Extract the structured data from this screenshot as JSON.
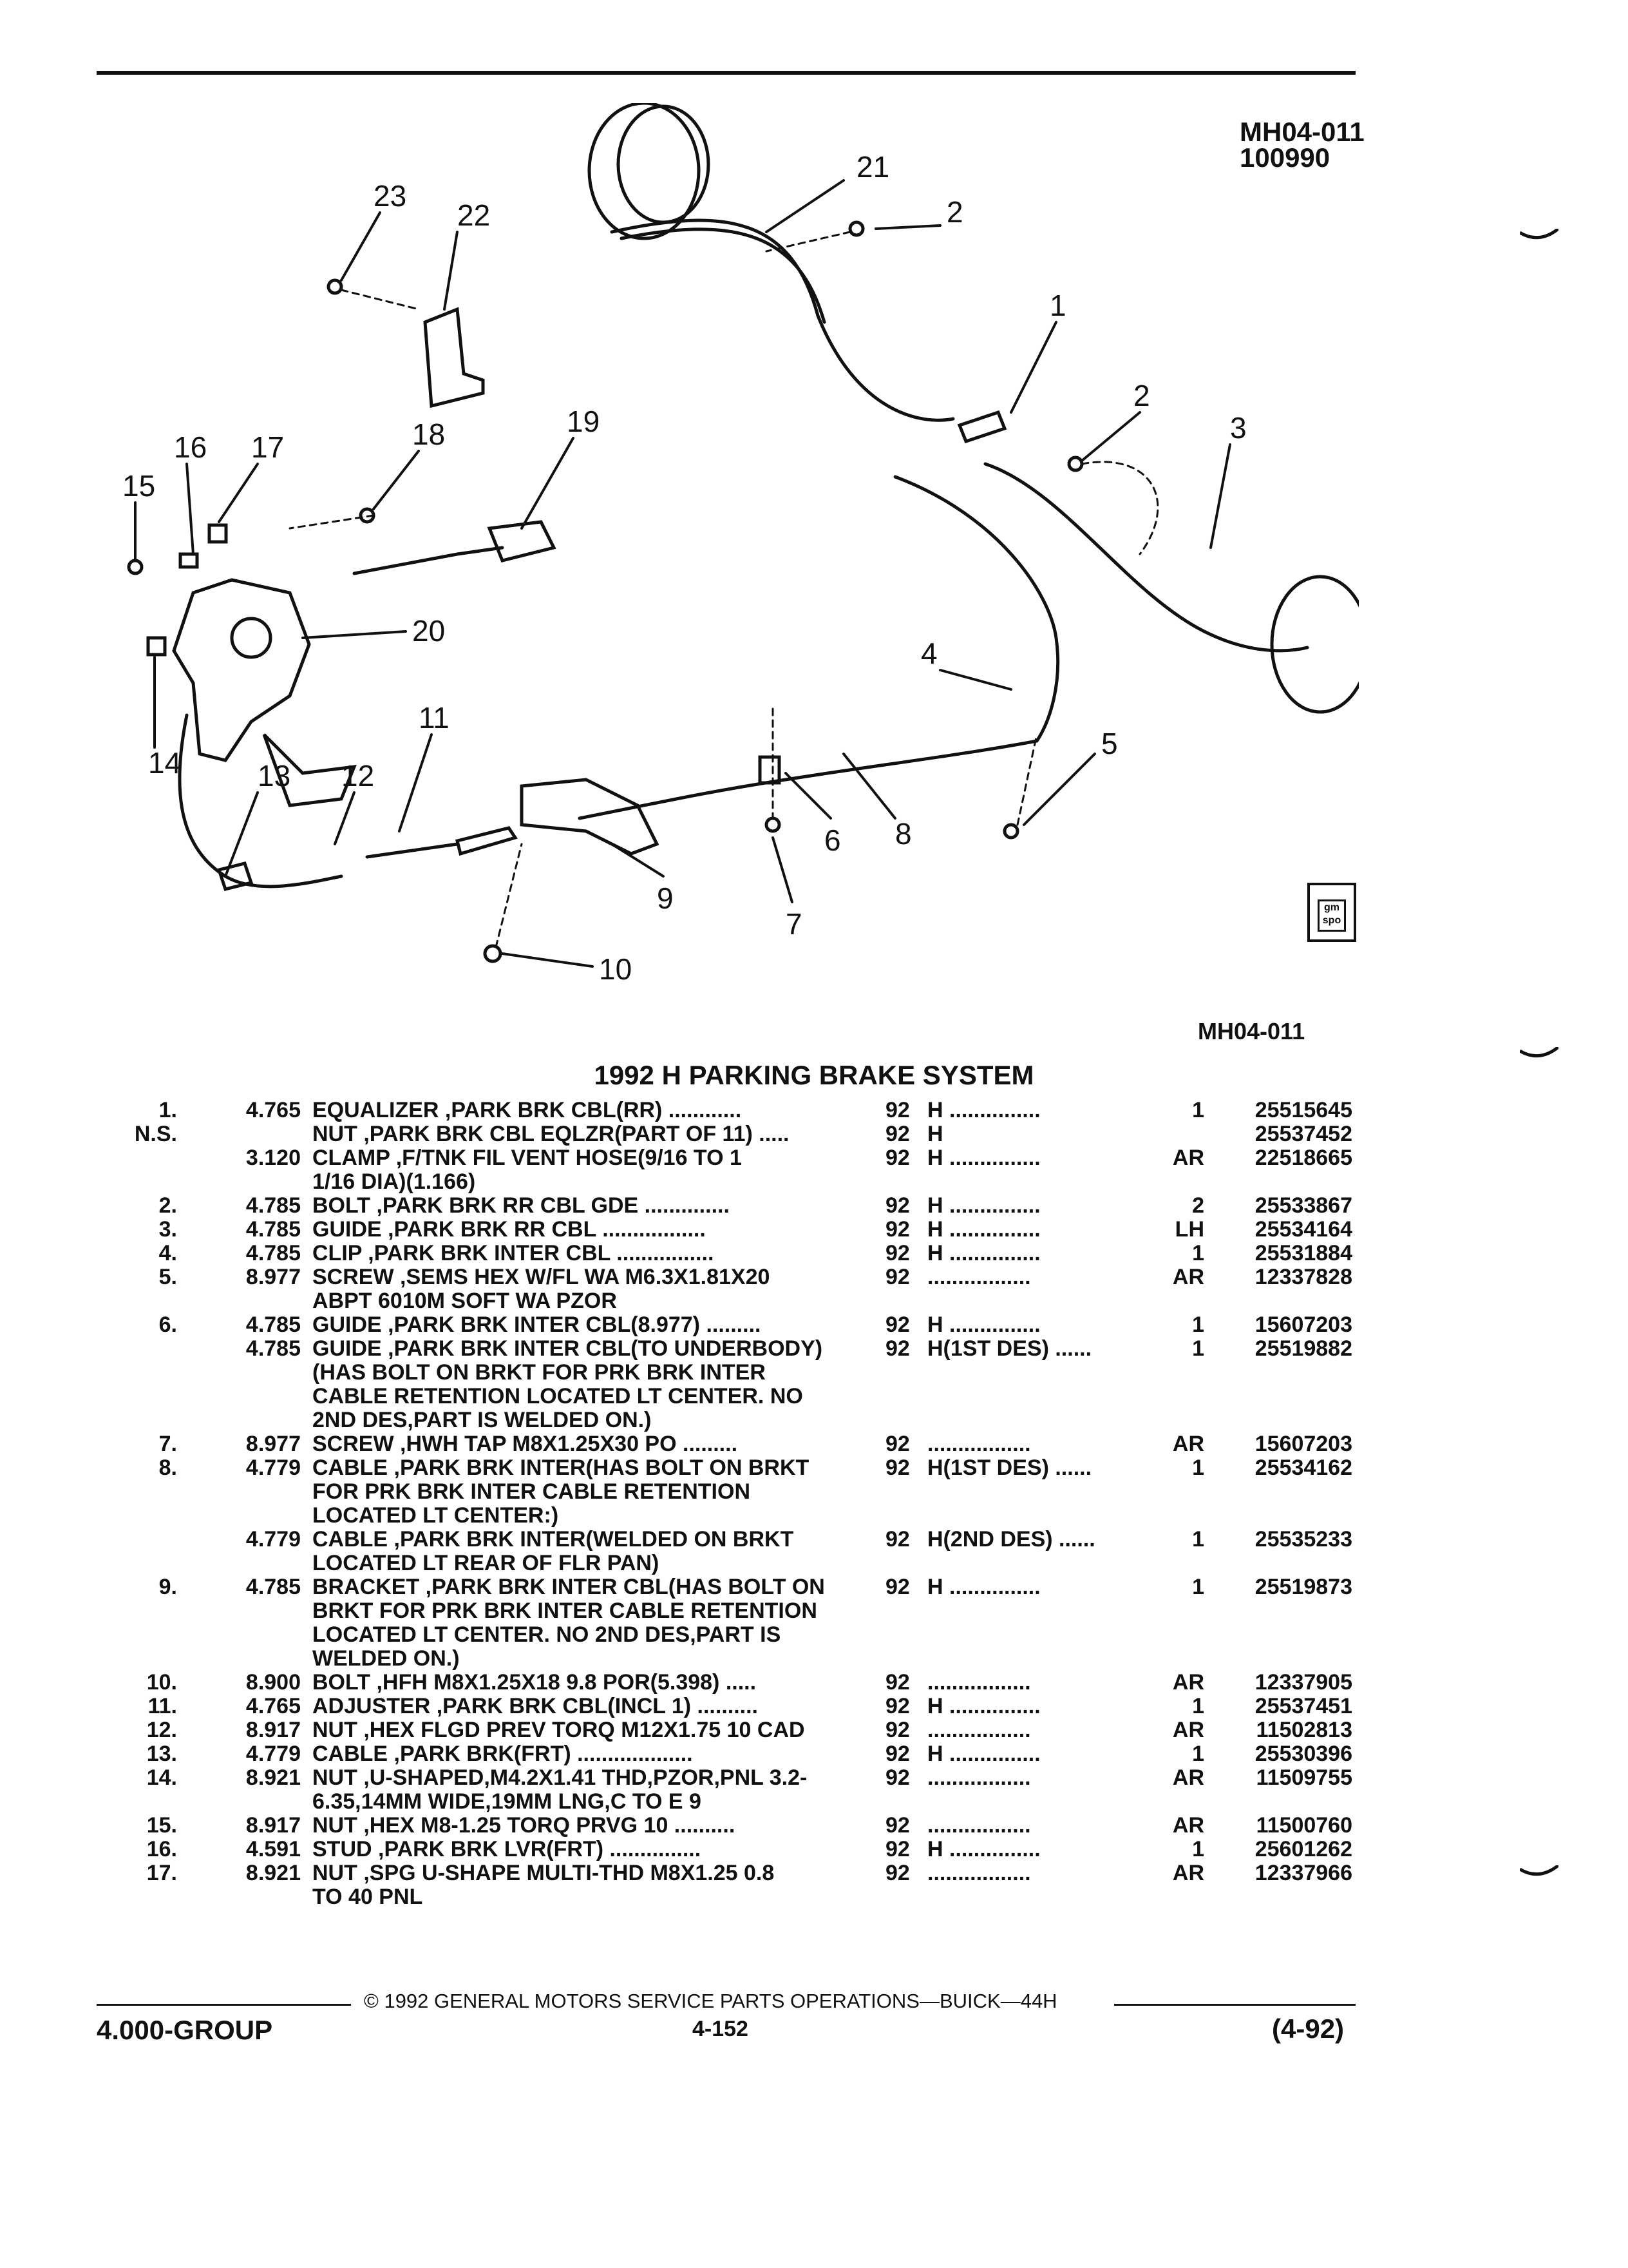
{
  "header": {
    "figure_id": "MH04-011",
    "date_code": "100990"
  },
  "callouts": [
    "1",
    "2",
    "2",
    "3",
    "4",
    "5",
    "6",
    "7",
    "8",
    "9",
    "10",
    "11",
    "12",
    "13",
    "14",
    "15",
    "16",
    "17",
    "18",
    "19",
    "20",
    "21",
    "22",
    "23"
  ],
  "logo_text": "gm spo",
  "figure_code": "MH04-011",
  "title": "1992 H PARKING BRAKE SYSTEM",
  "parts": [
    {
      "ref": "1.",
      "grp": "4.765",
      "name": "EQUALIZER",
      "desc": " ,PARK BRK CBL(RR) ............",
      "yr": "92",
      "mdl": "H ...............",
      "qty": "1",
      "pn": "25515645"
    },
    {
      "ref": "N.S.",
      "grp": "",
      "name": "NUT",
      "desc": " ,PARK BRK CBL EQLZR(PART OF 11) .....",
      "yr": "92",
      "mdl": "H",
      "qty": "",
      "pn": "25537452"
    },
    {
      "ref": "",
      "grp": "3.120",
      "name": "CLAMP",
      "desc": " ,F/TNK FIL VENT HOSE(9/16 TO 1\n1/16 DIA)(1.166)",
      "yr": "92",
      "mdl": "H ...............",
      "qty": "AR",
      "pn": "22518665"
    },
    {
      "ref": "2.",
      "grp": "4.785",
      "name": "BOLT",
      "desc": " ,PARK BRK RR CBL GDE ..............",
      "yr": "92",
      "mdl": "H ...............",
      "qty": "2",
      "pn": "25533867"
    },
    {
      "ref": "3.",
      "grp": "4.785",
      "name": "GUIDE",
      "desc": " ,PARK BRK RR CBL .................",
      "yr": "92",
      "mdl": "H ...............",
      "qty": "LH",
      "pn": "25534164"
    },
    {
      "ref": "4.",
      "grp": "4.785",
      "name": "CLIP",
      "desc": " ,PARK BRK INTER CBL ................",
      "yr": "92",
      "mdl": "H ...............",
      "qty": "1",
      "pn": "25531884"
    },
    {
      "ref": "5.",
      "grp": "8.977",
      "name": "SCREW",
      "desc": " ,SEMS HEX W/FL WA M6.3X1.81X20\nABPT 6010M SOFT WA PZOR",
      "yr": "92",
      "mdl": "  .................",
      "qty": "AR",
      "pn": "12337828"
    },
    {
      "ref": "6.",
      "grp": "4.785",
      "name": "GUIDE",
      "desc": " ,PARK BRK INTER CBL(8.977) .........",
      "yr": "92",
      "mdl": "H ...............",
      "qty": "1",
      "pn": "15607203"
    },
    {
      "ref": "",
      "grp": "4.785",
      "name": "GUIDE",
      "desc": " ,PARK BRK INTER CBL(TO UNDERBODY)\n(HAS BOLT ON BRKT FOR PRK BRK INTER\nCABLE RETENTION LOCATED LT CENTER. NO\n2ND DES,PART IS WELDED ON.)",
      "yr": "92",
      "mdl": "H(1ST DES) ......",
      "qty": "1",
      "pn": "25519882"
    },
    {
      "ref": "7.",
      "grp": "8.977",
      "name": "SCREW",
      "desc": " ,HWH TAP M8X1.25X30 PO .........",
      "yr": "92",
      "mdl": "  .................",
      "qty": "AR",
      "pn": "15607203"
    },
    {
      "ref": "8.",
      "grp": "4.779",
      "name": "CABLE",
      "desc": " ,PARK BRK INTER(HAS BOLT ON BRKT\nFOR PRK BRK INTER CABLE RETENTION\nLOCATED LT CENTER:)",
      "yr": "92",
      "mdl": "H(1ST DES) ......",
      "qty": "1",
      "pn": "25534162"
    },
    {
      "ref": "",
      "grp": "4.779",
      "name": "CABLE",
      "desc": " ,PARK BRK INTER(WELDED ON BRKT\nLOCATED LT REAR OF FLR PAN)",
      "yr": "92",
      "mdl": "H(2ND DES) ......",
      "qty": "1",
      "pn": "25535233"
    },
    {
      "ref": "9.",
      "grp": "4.785",
      "name": "BRACKET",
      "desc": " ,PARK BRK INTER CBL(HAS BOLT ON\nBRKT FOR PRK BRK INTER CABLE RETENTION\nLOCATED LT CENTER. NO 2ND DES,PART IS\nWELDED ON.)",
      "yr": "92",
      "mdl": "H ...............",
      "qty": "1",
      "pn": "25519873"
    },
    {
      "ref": "10.",
      "grp": "8.900",
      "name": "BOLT",
      "desc": " ,HFH M8X1.25X18 9.8 POR(5.398) .....",
      "yr": "92",
      "mdl": "  .................",
      "qty": "AR",
      "pn": "12337905"
    },
    {
      "ref": "11.",
      "grp": "4.765",
      "name": "ADJUSTER",
      "desc": " ,PARK BRK CBL(INCL 1) ..........",
      "yr": "92",
      "mdl": "H ...............",
      "qty": "1",
      "pn": "25537451"
    },
    {
      "ref": "12.",
      "grp": "8.917",
      "name": "NUT",
      "desc": " ,HEX FLGD PREV TORQ M12X1.75 10 CAD",
      "yr": "92",
      "mdl": "  .................",
      "qty": "AR",
      "pn": "11502813"
    },
    {
      "ref": "13.",
      "grp": "4.779",
      "name": "CABLE",
      "desc": " ,PARK BRK(FRT) ...................",
      "yr": "92",
      "mdl": "H ...............",
      "qty": "1",
      "pn": "25530396"
    },
    {
      "ref": "14.",
      "grp": "8.921",
      "name": "NUT",
      "desc": " ,U-SHAPED,M4.2X1.41 THD,PZOR,PNL 3.2-\n6.35,14MM WIDE,19MM LNG,C TO E 9",
      "yr": "92",
      "mdl": "  .................",
      "qty": "AR",
      "pn": "11509755"
    },
    {
      "ref": "15.",
      "grp": "8.917",
      "name": "NUT",
      "desc": " ,HEX M8-1.25 TORQ PRVG 10 ..........",
      "yr": "92",
      "mdl": "  .................",
      "qty": "AR",
      "pn": "11500760"
    },
    {
      "ref": "16.",
      "grp": "4.591",
      "name": "STUD",
      "desc": " ,PARK BRK LVR(FRT) ...............",
      "yr": "92",
      "mdl": "H ...............",
      "qty": "1",
      "pn": "25601262"
    },
    {
      "ref": "17.",
      "grp": "8.921",
      "name": "NUT",
      "desc": " ,SPG U-SHAPE MULTI-THD M8X1.25 0.8\nTO 40 PNL",
      "yr": "92",
      "mdl": "  .................",
      "qty": "AR",
      "pn": "12337966"
    }
  ],
  "footer": {
    "copyright": "© 1992 GENERAL MOTORS SERVICE PARTS OPERATIONS—BUICK—44H",
    "group": "4.000-GROUP",
    "page": "4-152",
    "revision": "(4-92)"
  }
}
